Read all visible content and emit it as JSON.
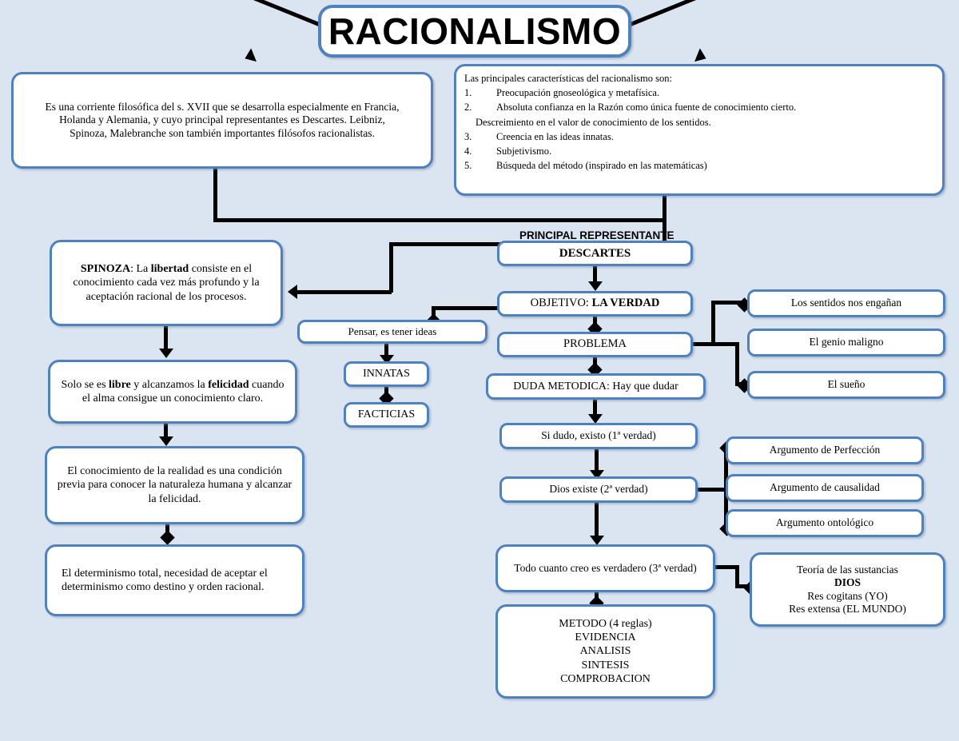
{
  "diagram": {
    "title": "RACIONALISMO",
    "background_color": "#dbe5f1",
    "node_border_color": "#4f81bd",
    "node_fill_color": "#ffffff",
    "connector_color": "#000000",
    "caption_principal": "PRINCIPAL REPRESENTANTE"
  },
  "definition": {
    "line1": "Es una corriente filosófica del s. XVII que se desarrolla especialmente en Francia,",
    "line2": "Holanda y Alemania, y cuyo principal representantes es Descartes. Leibniz,",
    "line3": "Spinoza, Malebranche son también importantes filósofos racionalistas."
  },
  "characteristics": {
    "heading": "Las principales características del racionalismo son:",
    "items": [
      {
        "num": "1.",
        "text": "Preocupación gnoseológica y metafísica."
      },
      {
        "num": "2.",
        "text": "Absoluta confianza en la Razón como única fuente de conocimiento cierto."
      },
      {
        "num": "",
        "text": "Descreimiento en el valor de conocimiento de los sentidos."
      },
      {
        "num": "3.",
        "text": "Creencia en las ideas innatas."
      },
      {
        "num": "4.",
        "text": "Subjetivismo."
      },
      {
        "num": "5.",
        "text": "Búsqueda del método (inspirado en las matemáticas)"
      }
    ]
  },
  "spinoza_branch": {
    "box1": {
      "bold1": "SPINOZA",
      "mid1": ": La ",
      "bold2": "libertad",
      "rest": " consiste en el conocimiento cada vez más profundo y la aceptación racional de los procesos."
    },
    "box2": {
      "pre": "Solo se es ",
      "bold1": "libre",
      "mid": " y alcanzamos la ",
      "bold2": "felicidad",
      "rest": " cuando el alma consigue un conocimiento claro."
    },
    "box3": "El conocimiento de la realidad es una condición previa para conocer la naturaleza humana y alcanzar la felicidad.",
    "box4": "El determinismo total, necesidad de aceptar el determinismo como destino y orden racional."
  },
  "descartes_branch": {
    "descartes": "DESCARTES",
    "objetivo_pre": "OBJETIVO: ",
    "objetivo_bold": "LA VERDAD",
    "problema": "PROBLEMA",
    "duda": "DUDA METODICA: Hay que dudar",
    "verdad1": "Si dudo, existo (1ª verdad)",
    "verdad2": "Dios existe (2ª verdad)",
    "verdad3": "Todo cuanto creo es verdadero (3ª verdad)",
    "metodo": {
      "l1": "METODO (4 reglas)",
      "l2": "EVIDENCIA",
      "l3": "ANALISIS",
      "l4": "SINTESIS",
      "l5": "COMPROBACION"
    }
  },
  "ideas_branch": {
    "pensar": "Pensar, es tener ideas",
    "innatas": "INNATAS",
    "facticias": "FACTICIAS"
  },
  "problema_causes": {
    "sentidos": "Los sentidos nos engañan",
    "genio": "El genio maligno",
    "sueno": "El sueño"
  },
  "dios_arguments": {
    "perfeccion": "Argumento de Perfección",
    "causalidad": "Argumento de causalidad",
    "ontologico": "Argumento ontológico"
  },
  "sustancias": {
    "l1": "Teoría de las sustancias",
    "l2": "DIOS",
    "l3": "Res cogitans (YO)",
    "l4": "Res extensa (EL MUNDO)"
  }
}
